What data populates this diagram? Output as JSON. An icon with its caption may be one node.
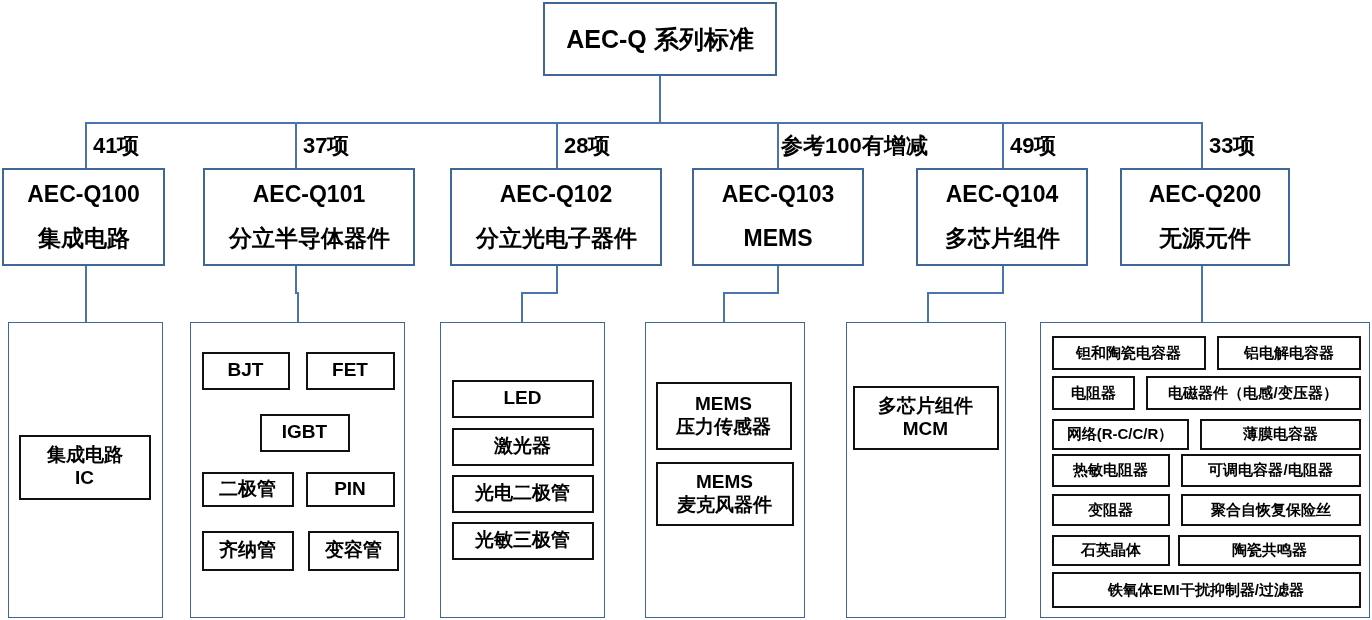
{
  "diagram": {
    "nodes": [
      {
        "text": [
          "AEC-Q 系列标准"
        ]
      },
      {
        "text": [
          "AEC-Q100",
          "集成电路"
        ]
      },
      {
        "text": [
          "AEC-Q101",
          "分立半导体器件"
        ]
      },
      {
        "text": [
          "AEC-Q102",
          "分立光电子器件"
        ]
      },
      {
        "text": [
          "AEC-Q103",
          "MEMS"
        ]
      },
      {
        "text": [
          "AEC-Q104",
          "多芯片组件"
        ]
      },
      {
        "text": [
          "AEC-Q200",
          "无源元件"
        ]
      },
      {
        "text": [],
        "shape": "box"
      },
      {
        "text": [],
        "shape": "box"
      },
      {
        "text": [],
        "shape": "box"
      },
      {
        "text": [],
        "shape": "box"
      },
      {
        "text": [],
        "shape": "box"
      },
      {
        "text": [],
        "shape": "box"
      },
      {
        "text": [
          "集成电路 IC"
        ],
        "in": 7
      },
      {
        "text": [
          "BJT"
        ],
        "in": 8
      },
      {
        "text": [
          "FET"
        ],
        "in": 8
      },
      {
        "text": [
          "IGBT"
        ],
        "in": 8
      },
      {
        "text": [
          "二极管"
        ],
        "in": 8
      },
      {
        "text": [
          "PIN"
        ],
        "in": 8
      },
      {
        "text": [
          "齐纳管"
        ],
        "in": 8
      },
      {
        "text": [
          "变容管"
        ],
        "in": 8
      },
      {
        "text": [
          "LED"
        ],
        "in": 9
      },
      {
        "text": [
          "激光器"
        ],
        "in": 9
      },
      {
        "text": [
          "光电二极管"
        ],
        "in": 9
      },
      {
        "text": [
          "光敏三极管"
        ],
        "in": 9
      },
      {
        "text": [
          "MEMS 压力传感器"
        ],
        "in": 10
      },
      {
        "text": [
          "MEMS 麦克风器件"
        ],
        "in": 10
      },
      {
        "text": [
          "多芯片组件 MCM"
        ],
        "in": 11
      },
      {
        "text": [
          "钽和陶瓷电容器"
        ],
        "in": 12
      },
      {
        "text": [
          "铝电解电容器"
        ],
        "in": 12
      },
      {
        "text": [
          "电阻器"
        ],
        "in": 12
      },
      {
        "text": [
          "电磁器件（电感/变压器）"
        ],
        "in": 12
      },
      {
        "text": [
          "网络(R-C/C/R）"
        ],
        "in": 12
      },
      {
        "text": [
          "薄膜电容器"
        ],
        "in": 12
      },
      {
        "text": [
          "热敏电阻器"
        ],
        "in": 12
      },
      {
        "text": [
          "可调电容器/电阻器"
        ],
        "in": 12
      },
      {
        "text": [
          "变阻器"
        ],
        "in": 12
      },
      {
        "text": [
          "聚合自恢复保险丝"
        ],
        "in": 12
      },
      {
        "text": [
          "石英晶体"
        ],
        "in": 12
      },
      {
        "text": [
          "陶瓷共鸣器"
        ],
        "in": 12
      },
      {
        "text": [
          "铁氧体EMI干扰抑制器/过滤器"
        ],
        "in": 12
      }
    ],
    "edges": [
      {
        "from": 0,
        "to": 1,
        "arrow": "none",
        "label": "41项"
      },
      {
        "from": 0,
        "to": 2,
        "arrow": "none",
        "label": "37项"
      },
      {
        "from": 0,
        "to": 3,
        "arrow": "none",
        "label": "28项"
      },
      {
        "from": 0,
        "to": 4,
        "arrow": "none",
        "label": "参考100有增减"
      },
      {
        "from": 0,
        "to": 5,
        "arrow": "none",
        "label": "49项"
      },
      {
        "from": 0,
        "to": 6,
        "arrow": "none",
        "label": "33项"
      },
      {
        "from": 1,
        "to": 7,
        "arrow": "none"
      },
      {
        "from": 2,
        "to": 8,
        "arrow": "none"
      },
      {
        "from": 3,
        "to": 9,
        "arrow": "none"
      },
      {
        "from": 4,
        "to": 10,
        "arrow": "none"
      },
      {
        "from": 5,
        "to": 11,
        "arrow": "none"
      },
      {
        "from": 6,
        "to": 12,
        "arrow": "none"
      }
    ]
  }
}
